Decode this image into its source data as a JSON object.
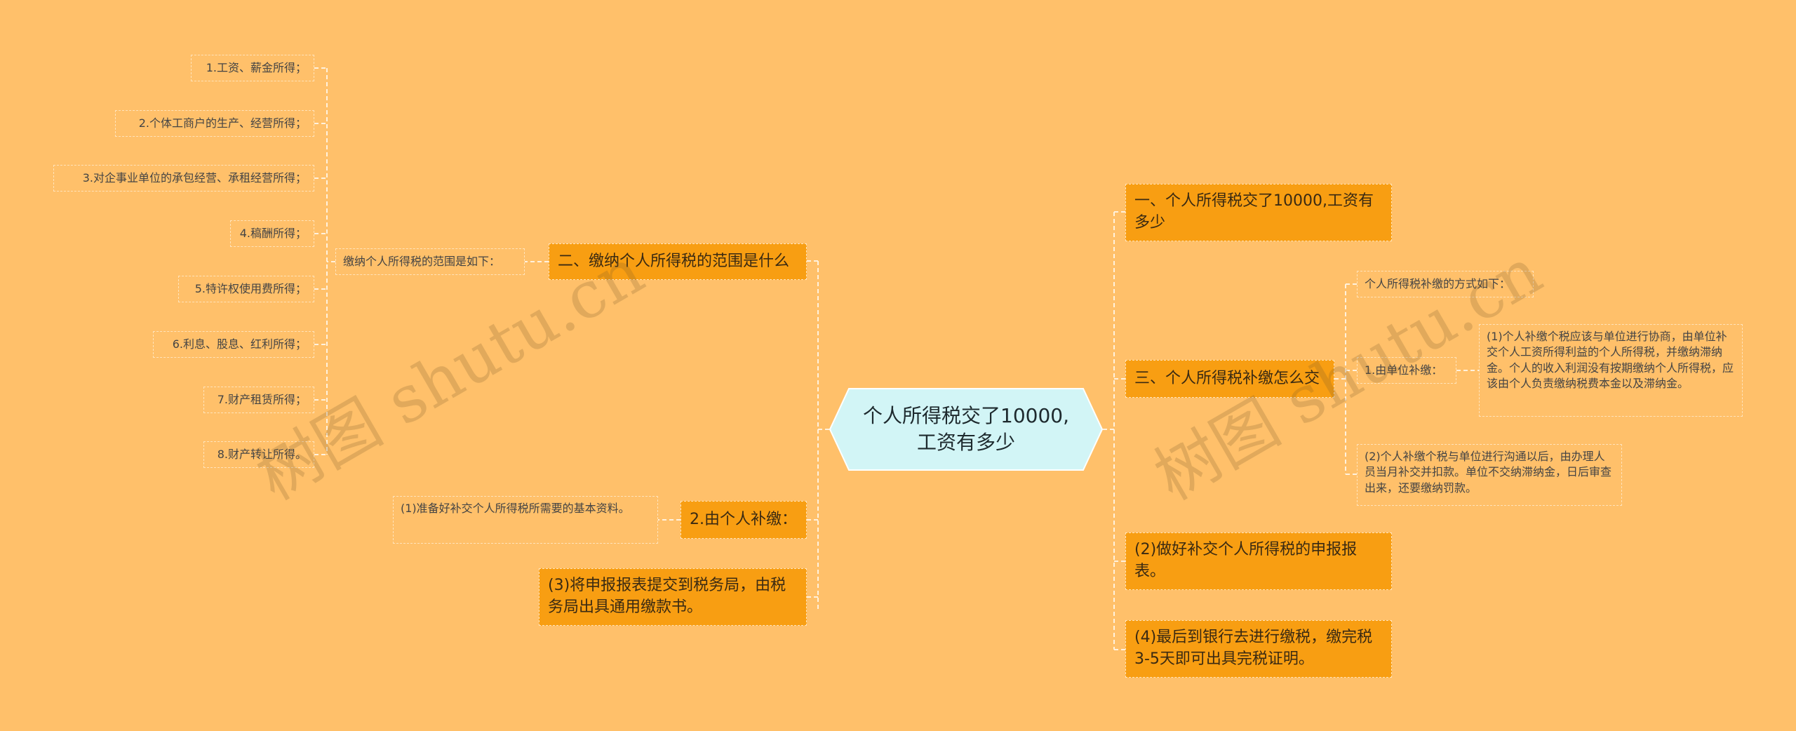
{
  "root": {
    "title": "个人所得税交了10000,工资有多少"
  },
  "left": {
    "scope": {
      "title": "二、缴纳个人所得税的范围是什么",
      "intro": "缴纳个人所得税的范围是如下：",
      "items": [
        "1.工资、薪金所得；",
        "2.个体工商户的生产、经营所得；",
        "3.对企事业单位的承包经营、承租经营所得；",
        "4.稿酬所得；",
        "5.特许权使用费所得；",
        "6.利息、股息、红利所得；",
        "7.财产租赁所得；",
        "8.财产转让所得。"
      ]
    },
    "self_pay": {
      "title": "2.由个人补缴：",
      "detail": "(1)准备好补交个人所得税所需要的基本资料。"
    },
    "submit": {
      "title": "(3)将申报报表提交到税务局，由税务局出具通用缴款书。"
    }
  },
  "right": {
    "first": {
      "title": "一、个人所得税交了10000,工资有多少"
    },
    "third": {
      "title": "三、个人所得税补缴怎么交",
      "intro": "个人所得税补缴的方式如下：",
      "unit": {
        "title": "1.由单位补缴：",
        "detail": "(1)个人补缴个税应该与单位进行协商，由单位补交个人工资所得利益的个人所得税，并缴纳滞纳金。个人的收入利润没有按期缴纳个人所得税，应该由个人负责缴纳税费本金以及滞纳金。"
      },
      "note": "(2)个人补缴个税与单位进行沟通以后，由办理人员当月补交并扣款。单位不交纳滞纳金，日后审查出来，还要缴纳罚款。"
    },
    "report": {
      "title": "(2)做好补交个人所得税的申报报表。"
    },
    "bank": {
      "title": "(4)最后到银行去进行缴税，缴完税3-5天即可出具完税证明。"
    }
  },
  "watermark": {
    "text": "树图 shutu.cn"
  },
  "colors": {
    "background": "#FFC06A",
    "branch_fill": "#F89E12",
    "root_fill": "#D2F5F6",
    "connector": "#FFF1DC",
    "dashed_border": "#FFE3BA"
  }
}
